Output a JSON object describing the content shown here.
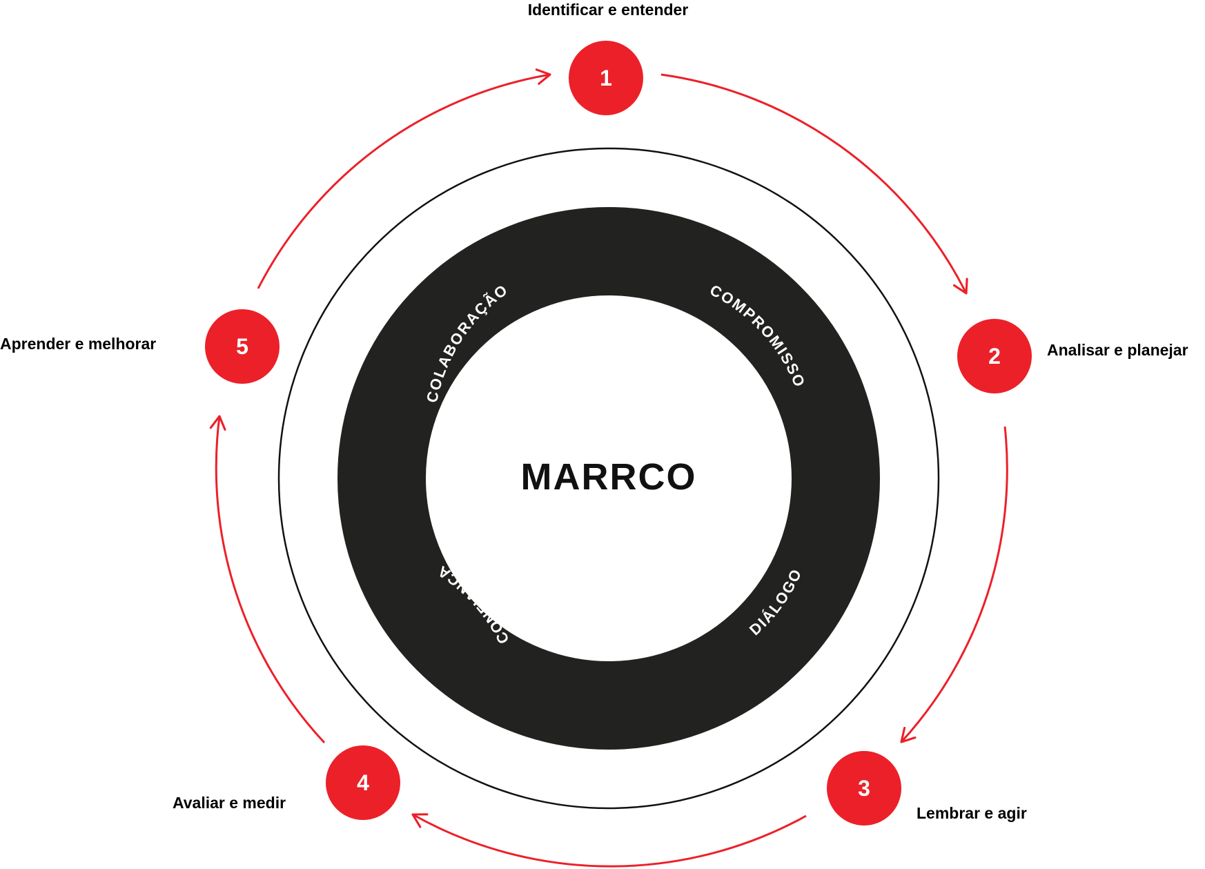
{
  "center": {
    "title": "MARRCO"
  },
  "ring_words": [
    "COLABORAÇÃO",
    "COMPROMISSO",
    "DIÁLOGO",
    "CONFIANÇA"
  ],
  "steps": [
    {
      "number": "1",
      "label": "Identificar e entender"
    },
    {
      "number": "2",
      "label": "Analisar e planejar"
    },
    {
      "number": "3",
      "label": "Lembrar e agir"
    },
    {
      "number": "4",
      "label": "Avaliar e medir"
    },
    {
      "number": "5",
      "label": "Aprender e melhorar"
    }
  ],
  "colors": {
    "accent": "#ec2029",
    "ring": "#222220",
    "text": "#000000",
    "background": "#ffffff"
  }
}
